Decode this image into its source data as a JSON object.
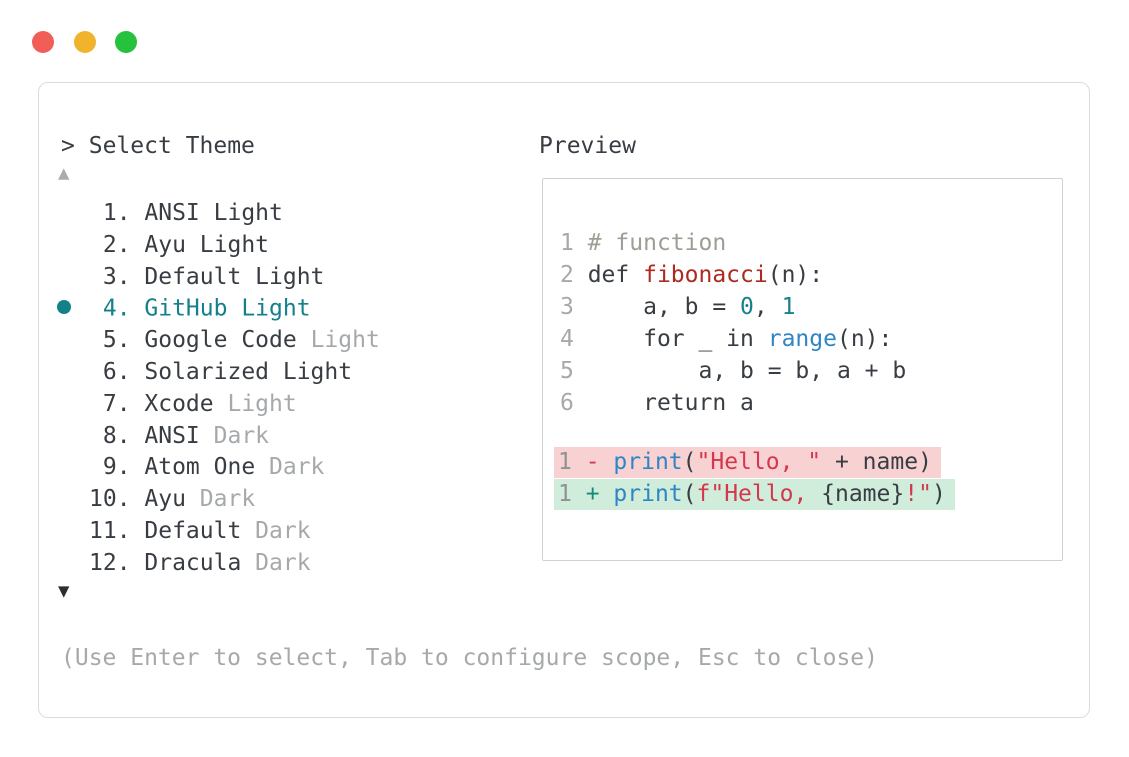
{
  "colors": {
    "text": "#383d43",
    "muted": "#a6a9ab",
    "accent_teal": "#13808a",
    "comment": "#9aa094",
    "function": "#ad2a20",
    "number": "#17808d",
    "builtin": "#2e86c4",
    "string": "#d4374e",
    "removed_sign": "#d4374e",
    "added_sign": "#148a78",
    "diff_removed_bg": "#f8d2d3",
    "diff_added_bg": "#d0ecdb"
  },
  "window": {
    "traffic_lights": [
      {
        "name": "close",
        "color": "#f15e57"
      },
      {
        "name": "minimize",
        "color": "#f2b32c"
      },
      {
        "name": "zoom",
        "color": "#27c23d"
      }
    ]
  },
  "prompt": {
    "caret": ">",
    "title": "Select Theme"
  },
  "list": {
    "scroll_up": "▲",
    "scroll_down": "▼",
    "items": [
      {
        "number": " 1.",
        "name": "ANSI Light",
        "muted": "",
        "selected": false
      },
      {
        "number": " 2.",
        "name": "Ayu Light",
        "muted": "",
        "selected": false
      },
      {
        "number": " 3.",
        "name": "Default Light",
        "muted": "",
        "selected": false
      },
      {
        "number": " 4.",
        "name": "GitHub Light",
        "muted": "",
        "selected": true
      },
      {
        "number": " 5.",
        "name": "Google Code",
        "muted": "Light",
        "selected": false
      },
      {
        "number": " 6.",
        "name": "Solarized Light",
        "muted": "",
        "selected": false
      },
      {
        "number": " 7.",
        "name": "Xcode",
        "muted": "Light",
        "selected": false
      },
      {
        "number": " 8.",
        "name": "ANSI",
        "muted": "Dark",
        "selected": false
      },
      {
        "number": " 9.",
        "name": "Atom One",
        "muted": "Dark",
        "selected": false
      },
      {
        "number": "10.",
        "name": "Ayu",
        "muted": "Dark",
        "selected": false
      },
      {
        "number": "11.",
        "name": "Default",
        "muted": "Dark",
        "selected": false
      },
      {
        "number": "12.",
        "name": "Dracula",
        "muted": "Dark",
        "selected": false
      }
    ]
  },
  "preview": {
    "label": "Preview",
    "code_lines": [
      {
        "ln": "1",
        "tokens": [
          {
            "t": "# function",
            "c": "comment"
          }
        ]
      },
      {
        "ln": "2",
        "tokens": [
          {
            "t": "def ",
            "c": "text"
          },
          {
            "t": "fibonacci",
            "c": "function"
          },
          {
            "t": "(n):",
            "c": "text"
          }
        ]
      },
      {
        "ln": "3",
        "tokens": [
          {
            "t": "    a, b = ",
            "c": "text"
          },
          {
            "t": "0",
            "c": "number"
          },
          {
            "t": ", ",
            "c": "text"
          },
          {
            "t": "1",
            "c": "number"
          }
        ]
      },
      {
        "ln": "4",
        "tokens": [
          {
            "t": "    for _ in ",
            "c": "text"
          },
          {
            "t": "range",
            "c": "builtin"
          },
          {
            "t": "(n):",
            "c": "text"
          }
        ]
      },
      {
        "ln": "5",
        "tokens": [
          {
            "t": "        a, b = b, a + b",
            "c": "text"
          }
        ]
      },
      {
        "ln": "6",
        "tokens": [
          {
            "t": "    return a",
            "c": "text"
          }
        ]
      }
    ],
    "diff_lines": [
      {
        "ln": "1",
        "sign": "-",
        "kind": "removed",
        "tokens": [
          {
            "t": "print",
            "c": "builtin"
          },
          {
            "t": "(",
            "c": "text"
          },
          {
            "t": "\"Hello, \"",
            "c": "string"
          },
          {
            "t": " + name)",
            "c": "text"
          }
        ]
      },
      {
        "ln": "1",
        "sign": "+",
        "kind": "added",
        "tokens": [
          {
            "t": "print",
            "c": "builtin"
          },
          {
            "t": "(",
            "c": "text"
          },
          {
            "t": "f\"Hello, ",
            "c": "string"
          },
          {
            "t": "{name}",
            "c": "text"
          },
          {
            "t": "!\"",
            "c": "string"
          },
          {
            "t": ")",
            "c": "text"
          }
        ]
      }
    ]
  },
  "footer": {
    "hint": "(Use Enter to select, Tab to configure scope, Esc to close)"
  }
}
